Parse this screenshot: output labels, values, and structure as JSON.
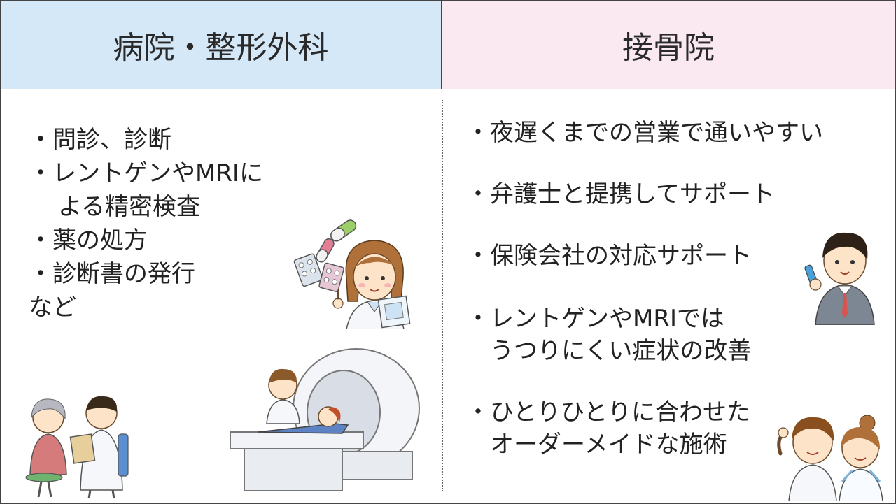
{
  "headers": {
    "hospital": "病院・整形外科",
    "bonesetter": "接骨院"
  },
  "hospital_list": {
    "item1": "・問診、診断",
    "item2_line1": "・レントゲンやMRIに",
    "item2_line2": "よる精密検査",
    "item3": "・薬の処方",
    "item4": "・診断書の発行",
    "more": "など"
  },
  "bonesetter_list": {
    "item1": "・夜遅くまでの営業で通いやすい",
    "item2": "・弁護士と提携してサポート",
    "item3": "・保険会社の対応サポート",
    "item4_line1": "・レントゲンやMRIでは",
    "item4_line2": "うつりにくい症状の改善",
    "item5_line1": "・ひとりひとりに合わせた",
    "item5_line2": "オーダーメイドな施術"
  },
  "colors": {
    "hospital_header_bg": "#d5e8f8",
    "bonesetter_header_bg": "#fbe9f1"
  }
}
